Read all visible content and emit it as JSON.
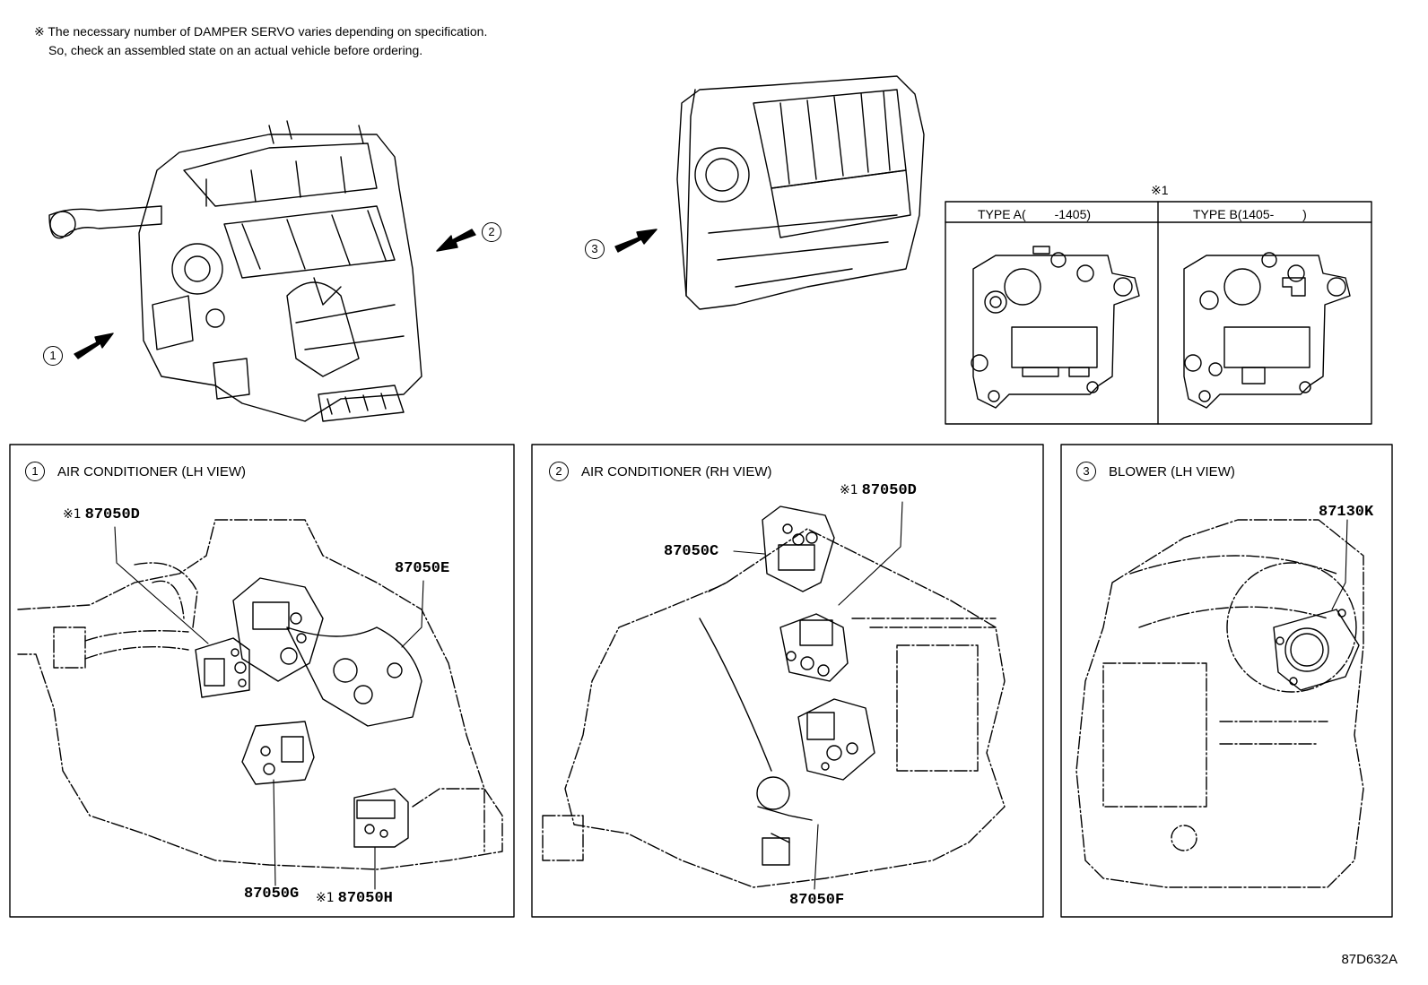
{
  "note": {
    "line1": "※ The necessary number of DAMPER SERVO varies depending on specification.",
    "line2": "So, check an assembled state on an actual vehicle before ordering."
  },
  "view_markers": {
    "m1": "1",
    "m2": "2",
    "m3": "3"
  },
  "type_box": {
    "mark": "※1",
    "type_a": "TYPE A(　　 -1405)",
    "type_b": "TYPE B(1405-　　 )"
  },
  "panels": [
    {
      "num": "1",
      "title": "AIR CONDITIONER (LH VIEW)"
    },
    {
      "num": "2",
      "title": "AIR CONDITIONER (RH VIEW)"
    },
    {
      "num": "3",
      "title": "BLOWER (LH VIEW)"
    }
  ],
  "parts": {
    "p1_d_mark": "※1",
    "p1_d": "87050D",
    "p1_e": "87050E",
    "p1_g": "87050G",
    "p1_h_mark": "※1",
    "p1_h": "87050H",
    "p2_c": "87050C",
    "p2_d_mark": "※1",
    "p2_d": "87050D",
    "p2_f": "87050F",
    "p3_k": "87130K"
  },
  "diagram_ref": "87D632A"
}
